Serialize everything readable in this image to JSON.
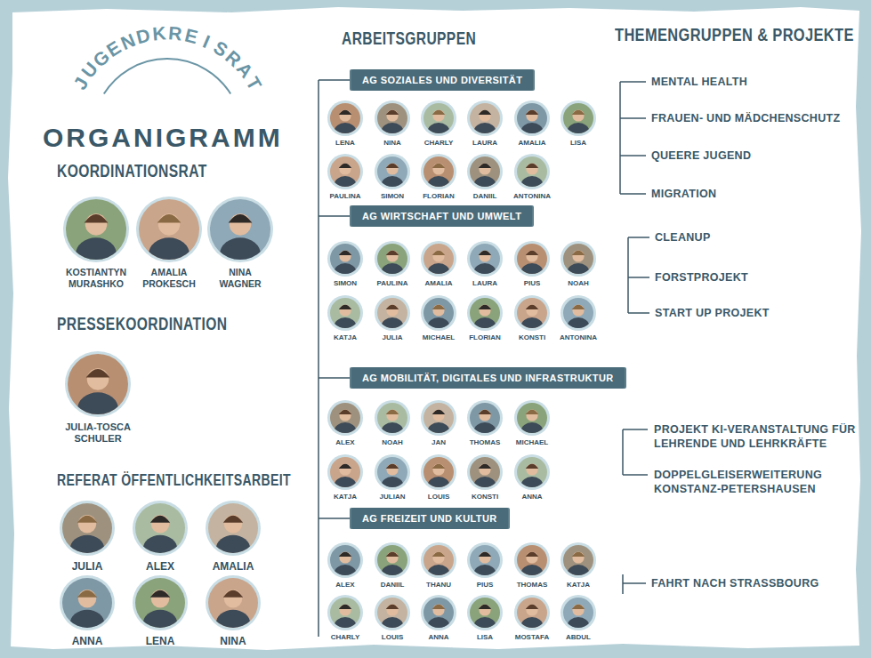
{
  "diagram": {
    "title": "ORGANIGRAMM",
    "nodes": [
      {
        "text": [
          "KOSTIANTYN MURASHKO"
        ]
      },
      {
        "text": [
          "AMALIA PROKESCH"
        ]
      },
      {
        "text": [
          "NINA WAGNER"
        ]
      },
      {
        "text": [
          "JULIA-TOSCA SCHULER"
        ]
      },
      {
        "text": [
          "JULIA"
        ]
      },
      {
        "text": [
          "ALEX"
        ]
      },
      {
        "text": [
          "AMALIA"
        ]
      },
      {
        "text": [
          "ANNA"
        ]
      },
      {
        "text": [
          "LENA"
        ]
      },
      {
        "text": [
          "NINA"
        ]
      },
      {
        "text": [
          "AG SOZIALES UND DIVERSITÄT"
        ]
      },
      {
        "text": [
          "LENA"
        ]
      },
      {
        "text": [
          "NINA"
        ]
      },
      {
        "text": [
          "CHARLY"
        ]
      },
      {
        "text": [
          "LAURA"
        ]
      },
      {
        "text": [
          "AMALIA"
        ]
      },
      {
        "text": [
          "LISA"
        ]
      },
      {
        "text": [
          "PAULINA"
        ]
      },
      {
        "text": [
          "SIMON"
        ]
      },
      {
        "text": [
          "FLORIAN"
        ]
      },
      {
        "text": [
          "DANIIL"
        ]
      },
      {
        "text": [
          "ANTONINA"
        ]
      },
      {
        "text": [
          "AG WIRTSCHAFT UND UMWELT"
        ]
      },
      {
        "text": [
          "SIMON"
        ]
      },
      {
        "text": [
          "PAULINA"
        ]
      },
      {
        "text": [
          "AMALIA"
        ]
      },
      {
        "text": [
          "LAURA"
        ]
      },
      {
        "text": [
          "PIUS"
        ]
      },
      {
        "text": [
          "NOAH"
        ]
      },
      {
        "text": [
          "KATJA"
        ]
      },
      {
        "text": [
          "JULIA"
        ]
      },
      {
        "text": [
          "MICHAEL"
        ]
      },
      {
        "text": [
          "FLORIAN"
        ]
      },
      {
        "text": [
          "KONSTI"
        ]
      },
      {
        "text": [
          "ANTONINA"
        ]
      },
      {
        "text": [
          "AG MOBILITÄT, DIGITALES UND INFRASTRUKTUR"
        ]
      },
      {
        "text": [
          "ALEX"
        ]
      },
      {
        "text": [
          "NOAH"
        ]
      },
      {
        "text": [
          "JAN"
        ]
      },
      {
        "text": [
          "THOMAS"
        ]
      },
      {
        "text": [
          "MICHAEL"
        ]
      },
      {
        "text": [
          "KATJA"
        ]
      },
      {
        "text": [
          "JULIAN"
        ]
      },
      {
        "text": [
          "LOUIS"
        ]
      },
      {
        "text": [
          "KONSTI"
        ]
      },
      {
        "text": [
          "ANNA"
        ]
      },
      {
        "text": [
          "AG FREIZEIT UND KULTUR"
        ]
      },
      {
        "text": [
          "ALEX"
        ]
      },
      {
        "text": [
          "DANIIL"
        ]
      },
      {
        "text": [
          "THANU"
        ]
      },
      {
        "text": [
          "PIUS"
        ]
      },
      {
        "text": [
          "THOMAS"
        ]
      },
      {
        "text": [
          "KATJA"
        ]
      },
      {
        "text": [
          "CHARLY"
        ]
      },
      {
        "text": [
          "LOUIS"
        ]
      },
      {
        "text": [
          "ANNA"
        ]
      },
      {
        "text": [
          "LISA"
        ]
      },
      {
        "text": [
          "MOSTAFA"
        ]
      },
      {
        "text": [
          "ABDUL"
        ]
      }
    ],
    "labels": [
      "JUGENDKREISRAT",
      "KOORDINATIONSRAT",
      "PRESSEKOORDINATION",
      "REFERAT ÖFFENTLICHKEITSARBEIT",
      "ARBEITSGRUPPEN",
      "THEMENGRUPPEN & PROJEKTE",
      "MENTAL HEALTH",
      "FRAUEN- UND MÄDCHENSCHUTZ",
      "QUEERE JUGEND",
      "MIGRATION",
      "CLEANUP",
      "FORSTPROJEKT",
      "START UP PROJEKT",
      "PROJEKT KI-VERANSTALTUNG FÜR LEHRENDE UND LEHRKRÄFTE",
      "DOPPELGLEISERWEITERUNG KONSTANZ-PETERSHAUSEN",
      "FAHRT NACH STRASSBOURG"
    ]
  }
}
